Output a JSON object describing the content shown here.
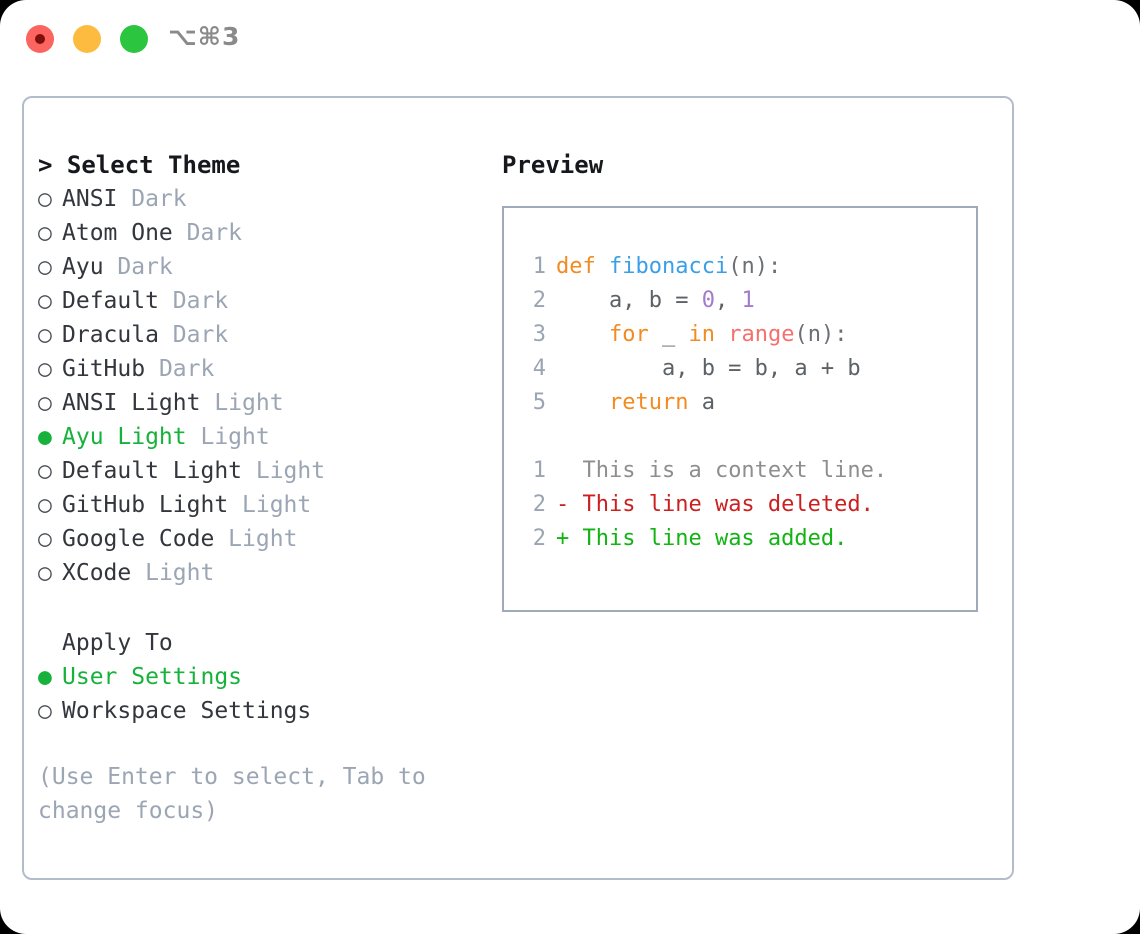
{
  "window": {
    "shortcut_title": "⌥⌘3",
    "traffic_lights": [
      "close-red",
      "minimize-yellow",
      "maximize-green"
    ]
  },
  "colors": {
    "accent_green": "#16b23c",
    "panel_border": "#b3bdc9",
    "preview_border": "#9fabbb",
    "muted_text": "#9ba5b4",
    "keyword": "#f28b21",
    "function": "#3a9fe8",
    "number": "#a37acc",
    "builtin": "#f4716f",
    "diff_delete": "#cc2020",
    "diff_add": "#12b312"
  },
  "theme_list": {
    "header": "> Select Theme",
    "selected_index": 7,
    "items": [
      {
        "bullet": "○",
        "name": "ANSI",
        "kind": "Dark",
        "selected": false
      },
      {
        "bullet": "○",
        "name": "Atom One",
        "kind": "Dark",
        "selected": false
      },
      {
        "bullet": "○",
        "name": "Ayu",
        "kind": "Dark",
        "selected": false
      },
      {
        "bullet": "○",
        "name": "Default",
        "kind": "Dark",
        "selected": false
      },
      {
        "bullet": "○",
        "name": "Dracula",
        "kind": "Dark",
        "selected": false
      },
      {
        "bullet": "○",
        "name": "GitHub",
        "kind": "Dark",
        "selected": false
      },
      {
        "bullet": "○",
        "name": "ANSI Light",
        "kind": "Light",
        "selected": false
      },
      {
        "bullet": "●",
        "name": "Ayu Light",
        "kind": "Light",
        "selected": true
      },
      {
        "bullet": "○",
        "name": "Default Light",
        "kind": "Light",
        "selected": false
      },
      {
        "bullet": "○",
        "name": "GitHub Light",
        "kind": "Light",
        "selected": false
      },
      {
        "bullet": "○",
        "name": "Google Code",
        "kind": "Light",
        "selected": false
      },
      {
        "bullet": "○",
        "name": "XCode",
        "kind": "Light",
        "selected": false
      }
    ]
  },
  "apply_to": {
    "header": "Apply To",
    "selected_index": 0,
    "items": [
      {
        "bullet": "●",
        "name": "User Settings",
        "selected": true
      },
      {
        "bullet": "○",
        "name": "Workspace Settings",
        "selected": false
      }
    ]
  },
  "hint": "(Use Enter to select, Tab to change focus)",
  "preview": {
    "label": "Preview",
    "code_lines": [
      {
        "number": "1",
        "tokens": [
          {
            "text": "def ",
            "type": "keyword"
          },
          {
            "text": "fibonacci",
            "type": "function"
          },
          {
            "text": "(n):",
            "type": "punct"
          }
        ]
      },
      {
        "number": "2",
        "tokens": [
          {
            "text": "    a, b = ",
            "type": "plain"
          },
          {
            "text": "0",
            "type": "number"
          },
          {
            "text": ", ",
            "type": "plain"
          },
          {
            "text": "1",
            "type": "number"
          }
        ]
      },
      {
        "number": "3",
        "tokens": [
          {
            "text": "    ",
            "type": "plain"
          },
          {
            "text": "for",
            "type": "keyword"
          },
          {
            "text": " _ ",
            "type": "plain"
          },
          {
            "text": "in",
            "type": "keyword"
          },
          {
            "text": " ",
            "type": "plain"
          },
          {
            "text": "range",
            "type": "builtin"
          },
          {
            "text": "(n):",
            "type": "punct"
          }
        ]
      },
      {
        "number": "4",
        "tokens": [
          {
            "text": "        a, b = b, a + b",
            "type": "plain"
          }
        ]
      },
      {
        "number": "5",
        "tokens": [
          {
            "text": "    ",
            "type": "plain"
          },
          {
            "text": "return",
            "type": "keyword"
          },
          {
            "text": " a",
            "type": "plain"
          }
        ]
      }
    ],
    "diff_lines": [
      {
        "number": "1",
        "marker": " ",
        "text": "This is a context line.",
        "kind": "context"
      },
      {
        "number": "2",
        "marker": "-",
        "text": "This line was deleted.",
        "kind": "delete"
      },
      {
        "number": "2",
        "marker": "+",
        "text": "This line was added.",
        "kind": "add"
      }
    ]
  }
}
